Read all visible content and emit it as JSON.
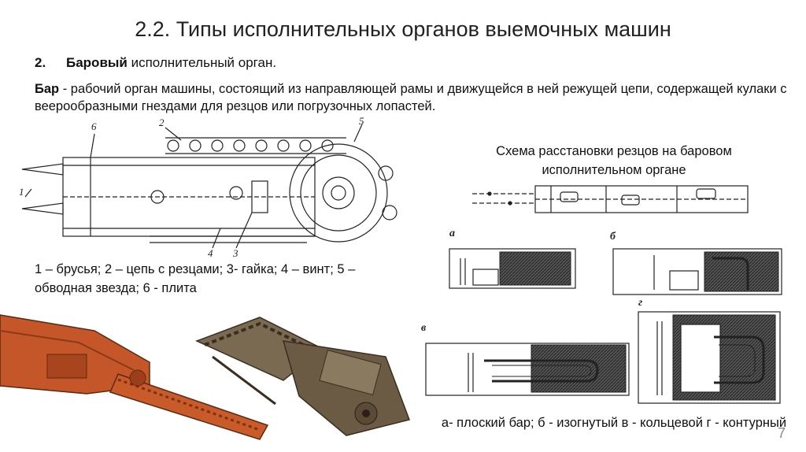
{
  "slide": {
    "title": "2.2. Типы исполнительных органов выемочных машин",
    "item_number": "2.",
    "item_bold": "Баровый",
    "item_rest": " исполнительный орган.",
    "definition_bold": "Бар",
    "definition_rest": " - рабочий орган машины, состоящий из направляющей рамы и движущейся в ней режущей цепи, содержащей кулаки с веерообразными гнездами для резцов или погрузочных лопастей.",
    "legend": "1 – брусья; 2 – цепь с резцами; 3- гайка; 4 – винт; 5 – обводная звезда; 6 - плита",
    "scheme_title": "Схема расстановки резцов на баровом исполнительном органе",
    "variants": "а- плоский бар; б - изогнутый в - кольцевой г - контурный",
    "page_number": "7"
  },
  "drawing_labels": {
    "l1": "1",
    "l2": "2",
    "l3": "3",
    "l4": "4",
    "l5": "5",
    "l6": "6"
  },
  "variant_labels": {
    "a": "а",
    "b": "б",
    "v": "в",
    "g": "г"
  },
  "colors": {
    "machine_orange": "#c4562a",
    "machine_brown": "#6b5a44"
  }
}
